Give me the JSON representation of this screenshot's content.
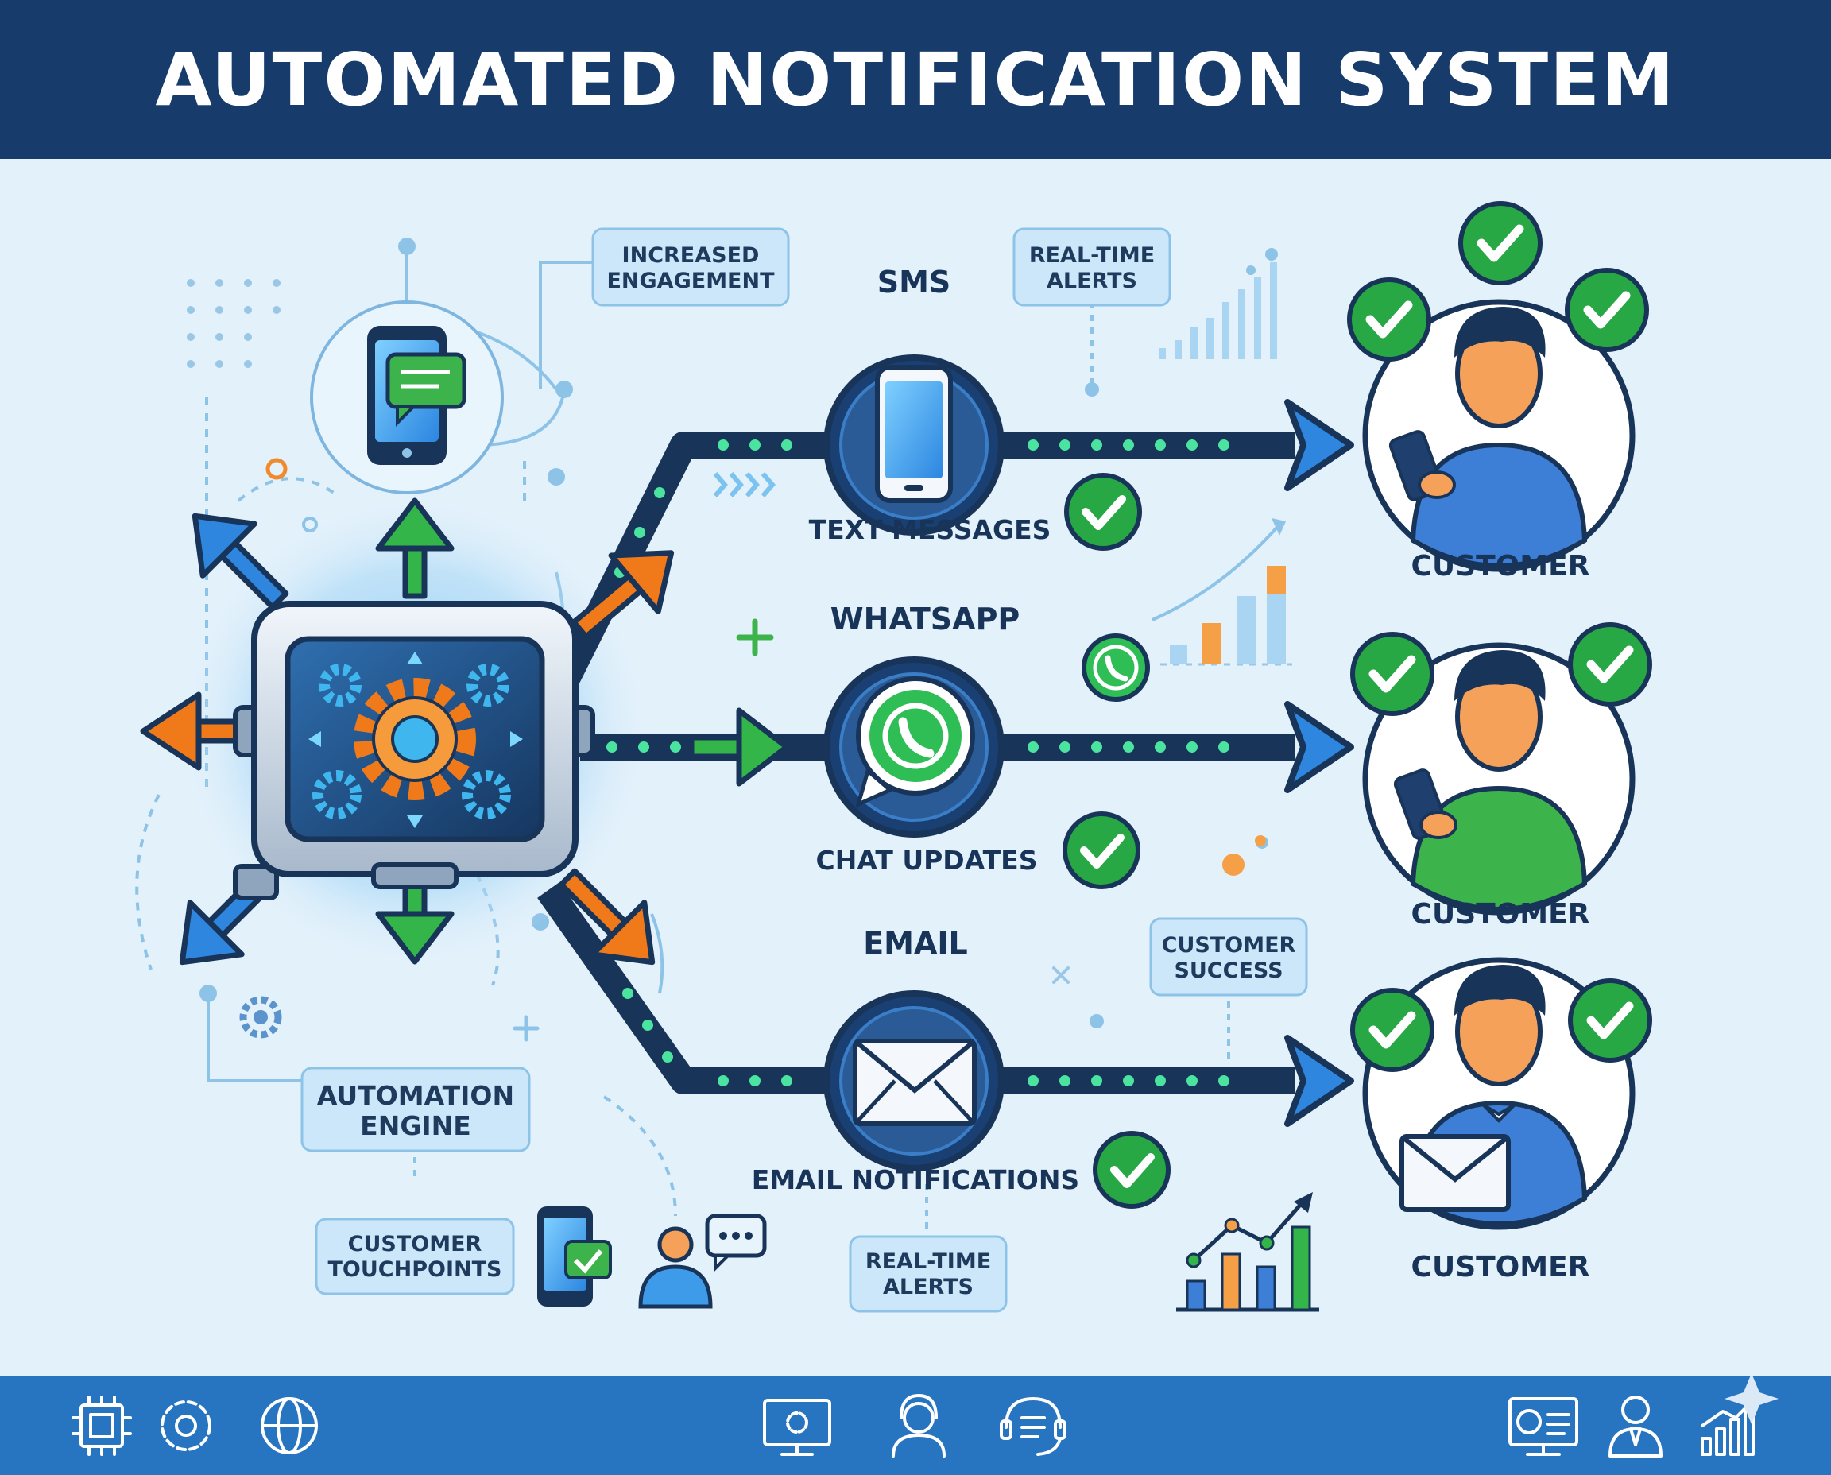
{
  "title": "AUTOMATED NOTIFICATION SYSTEM",
  "hub": {
    "label_lines": [
      "AUTOMATION",
      "ENGINE"
    ]
  },
  "boxes": {
    "increased_engagement": [
      "INCREASED",
      "ENGAGEMENT"
    ],
    "real_time_alerts_top": [
      "REAL-TIME",
      "ALERTS"
    ],
    "customer_success": [
      "CUSTOMER",
      "SUCCESS"
    ],
    "customer_touchpoints": [
      "CUSTOMER",
      "TOUCHPOINTS"
    ],
    "real_time_alerts_bottom": [
      "REAL-TIME",
      "ALERTS"
    ]
  },
  "channels": [
    {
      "name": "SMS",
      "caption": "TEXT MESSAGES",
      "icon": "smartphone-icon"
    },
    {
      "name": "WHATSAPP",
      "caption": "CHAT UPDATES",
      "icon": "whatsapp-icon"
    },
    {
      "name": "EMAIL",
      "caption": "EMAIL NOTIFICATIONS",
      "icon": "envelope-icon"
    }
  ],
  "customers": [
    {
      "label": "CUSTOMER",
      "shirt_color": "#3d7fd6"
    },
    {
      "label": "CUSTOMER",
      "shirt_color": "#3cb44b"
    },
    {
      "label": "CUSTOMER",
      "shirt_color": "#3d7fd6"
    }
  ],
  "colors": {
    "header_bg": "#173c6b",
    "footer_bg": "#2774c0",
    "path_dark": "#183458",
    "dot_green": "#4be3a0",
    "check_green": "#28a745",
    "arrow_blue": "#2e86de",
    "arrow_orange": "#f07a1a",
    "arrow_green": "#33b54a"
  },
  "footer_icons": [
    "cpu-icon",
    "gear-hand-icon",
    "globe-icon",
    "monitor-gear-icon",
    "support-agent-icon",
    "headset-chat-icon",
    "presentation-chart-icon",
    "businessman-icon",
    "growth-chart-icon"
  ]
}
